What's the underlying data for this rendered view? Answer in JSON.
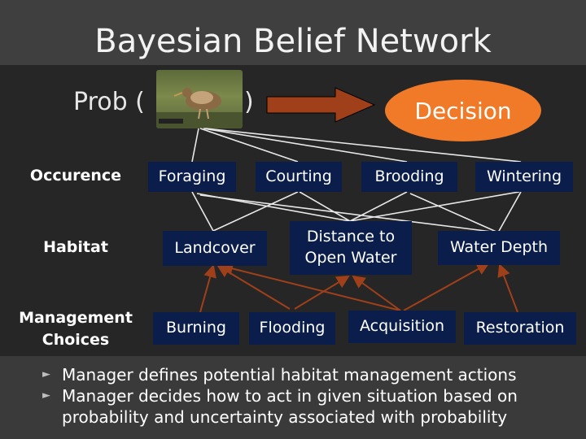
{
  "title": "Bayesian Belief Network",
  "prob": {
    "prefix": "Prob (",
    "suffix": ")"
  },
  "decision": "Decision",
  "rows": {
    "occurence": "Occurence",
    "habitat": "Habitat",
    "management": "Management Choices"
  },
  "nodes": {
    "foraging": "Foraging",
    "courting": "Courting",
    "brooding": "Brooding",
    "wintering": "Wintering",
    "landcover": "Landcover",
    "distance": "Distance to Open Water",
    "water_depth": "Water Depth",
    "burning": "Burning",
    "flooding": "Flooding",
    "acquisition": "Acquisition",
    "restoration": "Restoration"
  },
  "bullets": [
    "Manager defines potential habitat management actions",
    "Manager decides how to act in given situation based on probability and uncertainty associated with probability"
  ],
  "colors": {
    "node_fill": "#0b1e4b",
    "decision_fill": "#f07a28",
    "arrow": "#a0401a",
    "background": "#262626"
  }
}
